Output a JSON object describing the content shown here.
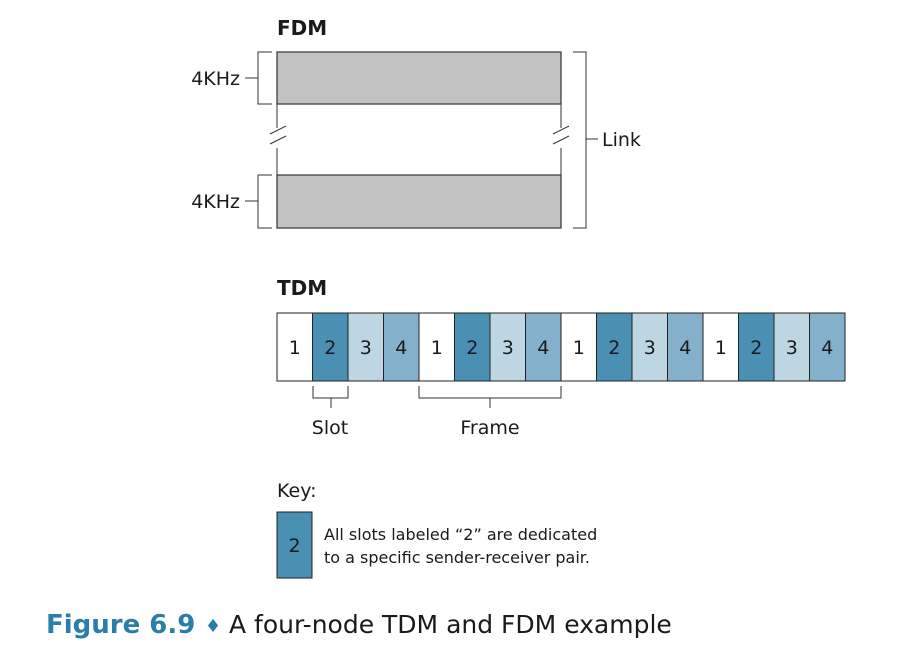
{
  "fdm": {
    "title": "FDM",
    "top_band_label": "4KHz",
    "bottom_band_label": "4KHz",
    "link_label": "Link"
  },
  "tdm": {
    "title": "TDM",
    "slots": [
      "1",
      "2",
      "3",
      "4",
      "1",
      "2",
      "3",
      "4",
      "1",
      "2",
      "3",
      "4",
      "1",
      "2",
      "3",
      "4"
    ],
    "slot_label": "Slot",
    "frame_label": "Frame"
  },
  "key": {
    "title": "Key:",
    "sample_slot": "2",
    "line1": "All slots labeled “2” are dedicated",
    "line2": "to a specific sender-receiver pair."
  },
  "caption": {
    "number": "Figure 6.9",
    "separator": "♦",
    "text": "A four-node TDM and FDM example"
  },
  "colors": {
    "slot_1": "#ffffff",
    "slot_2": "#4a90b2",
    "slot_3": "#bdd6e2",
    "slot_4": "#84b0cb",
    "band": "#c3c3c3",
    "caption_accent": "#2a7fa8"
  }
}
